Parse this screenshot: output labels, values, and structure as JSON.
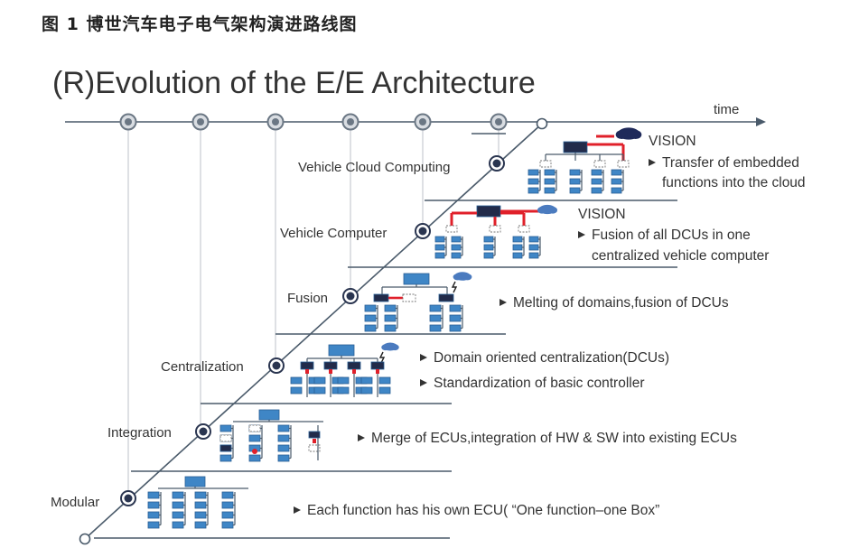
{
  "caption": "图 1   博世汽车电子电气架构演进路线图",
  "title": "(R)Evolution of the E/E Architecture",
  "time_label": "time",
  "colors": {
    "line": "#4a5a6a",
    "box_fill": "#3f86c6",
    "box_stroke": "#2a5f94",
    "dark": "#222b4a",
    "red": "#e0202a",
    "cloud": "#4b7bbf"
  },
  "stages": [
    {
      "label": "Modular",
      "descriptions": [
        "Each function has his own ECU( “One function–one Box”"
      ]
    },
    {
      "label": "Integration",
      "descriptions": [
        "Merge of ECUs,integration of HW & SW into existing ECUs"
      ]
    },
    {
      "label": "Centralization",
      "descriptions": [
        "Domain oriented centralization(DCUs)",
        "Standardization of basic controller"
      ]
    },
    {
      "label": "Fusion",
      "descriptions": [
        "Melting of domains,fusion of DCUs"
      ]
    },
    {
      "label": "Vehicle Computer",
      "vision": "VISION",
      "descriptions": [
        "Fusion of all DCUs in one",
        "centralized vehicle computer"
      ]
    },
    {
      "label": "Vehicle Cloud Computing",
      "vision": "VISION",
      "descriptions": [
        "Transfer of embedded",
        "functions into the cloud"
      ]
    }
  ]
}
